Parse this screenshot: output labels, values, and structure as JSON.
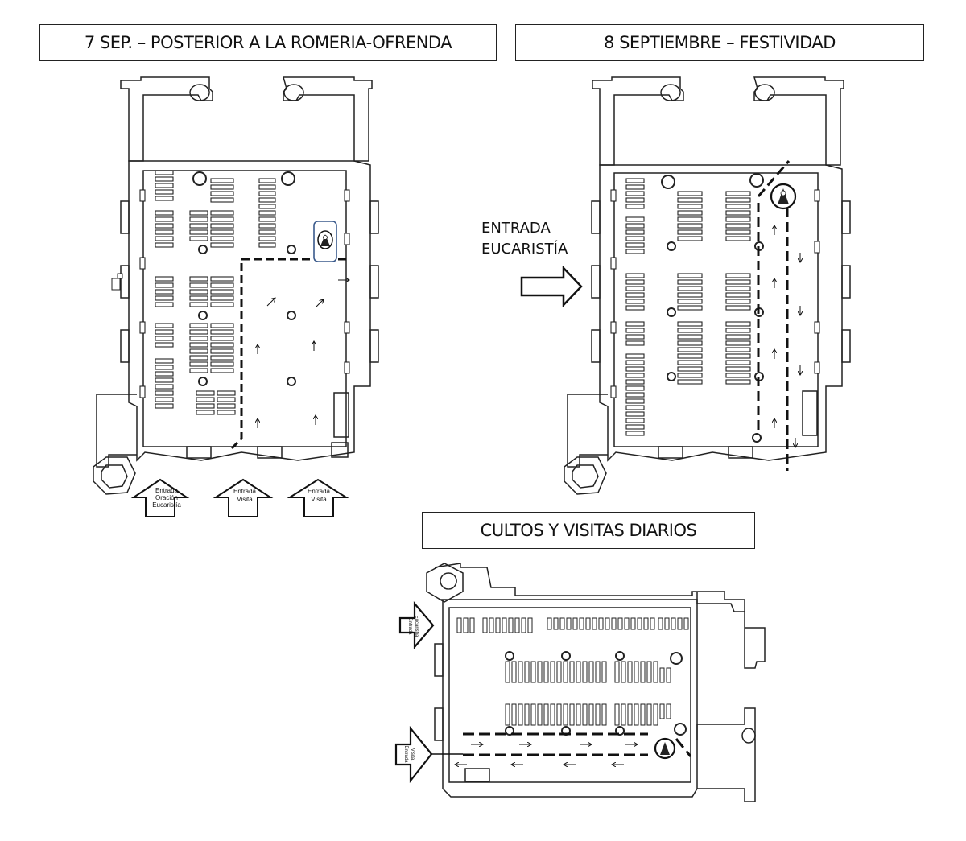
{
  "panels": {
    "sep7": {
      "title": "7 SEP. – POSTERIOR A LA ROMERIA-OFRENDA",
      "entrances": [
        {
          "lines": [
            "Entrada",
            "Oración",
            "Eucaristía"
          ]
        },
        {
          "lines": [
            "Entrada",
            "Visita"
          ]
        },
        {
          "lines": [
            "Entrada",
            "Visita"
          ]
        }
      ]
    },
    "sep8": {
      "title": "8 SEPTIEMBRE – FESTIVIDAD",
      "entry_label": "ENTRADA\nEUCARISTÍA"
    },
    "daily": {
      "title": "CULTOS Y VISITAS DIARIOS",
      "entrances": [
        {
          "lines": [
            "Entrada",
            "Eucaristía"
          ]
        },
        {
          "lines": [
            "Entrada",
            "Visita"
          ]
        }
      ]
    }
  },
  "colors": {
    "line": "#222222",
    "route": "#111111",
    "highlight": "#3a5a8c"
  },
  "icons": [
    "virgin-image-icon",
    "route-arrow-icon",
    "pillar-icon",
    "pew-icon"
  ]
}
